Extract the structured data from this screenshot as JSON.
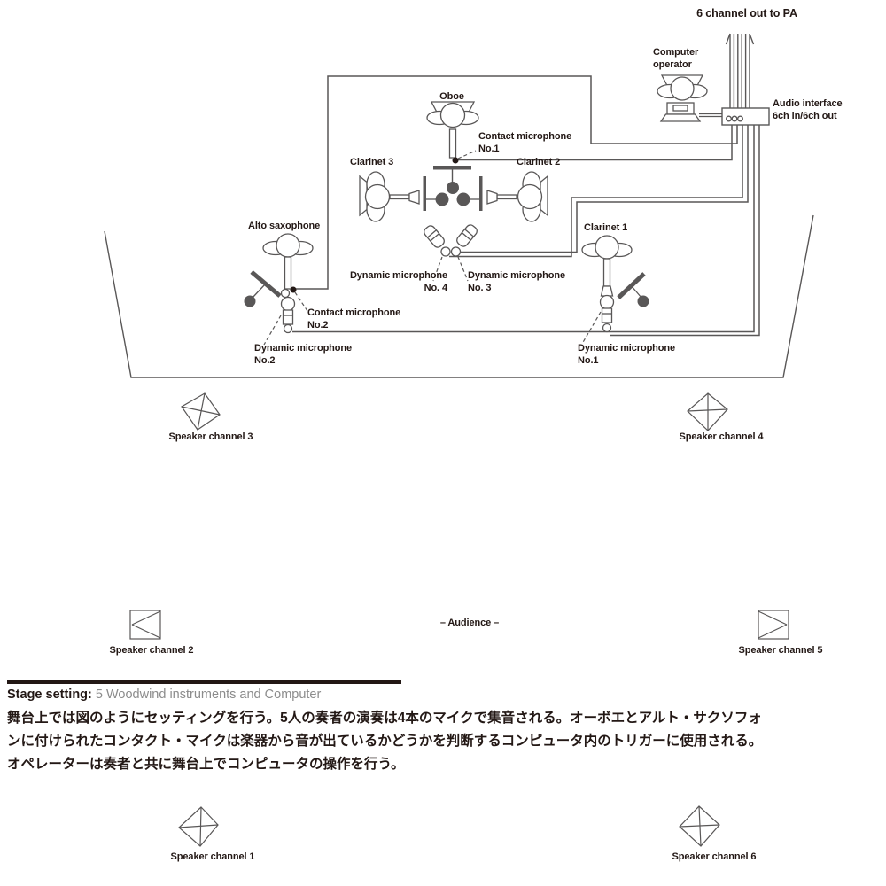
{
  "top": {
    "pa_out": "6 channel out to PA",
    "computer_operator_line1": "Computer",
    "computer_operator_line2": "operator",
    "audio_interface_line1": "Audio interface",
    "audio_interface_line2": "6ch in/6ch out"
  },
  "instruments": {
    "oboe": "Oboe",
    "clarinet3": "Clarinet 3",
    "clarinet2": "Clarinet 2",
    "clarinet1": "Clarinet 1",
    "alto_saxophone": "Alto saxophone"
  },
  "microphones": {
    "contact1_line1": "Contact microphone",
    "contact1_line2": "No.1",
    "contact2_line1": "Contact microphone",
    "contact2_line2": "No.2",
    "dynamic1_line1": "Dynamic microphone",
    "dynamic1_line2": "No.1",
    "dynamic2_line1": "Dynamic microphone",
    "dynamic2_line2": "No.2",
    "dynamic3_line1": "Dynamic microphone",
    "dynamic3_line2": "No. 3",
    "dynamic4_line1": "Dynamic microphone",
    "dynamic4_line2": "No. 4"
  },
  "speakers": {
    "ch1": "Speaker channel 1",
    "ch2": "Speaker channel 2",
    "ch3": "Speaker channel 3",
    "ch4": "Speaker channel 4",
    "ch5": "Speaker channel 5",
    "ch6": "Speaker channel 6"
  },
  "audience_label": "– Audience –",
  "caption": {
    "heading_bold": "Stage setting:",
    "heading_rest": " 5 Woodwind instruments and Computer",
    "jp_line1": "舞台上では図のようにセッティングを行う。5人の奏者の演奏は4本のマイクで集音される。オーボエとアルト・サクソフォ",
    "jp_line2": "ンに付けられたコンタクト・マイクは楽器から音が出ているかどうかを判断するコンピュータ内のトリガーに使用される。",
    "jp_line3": "オペレーターは奏者と共に舞台上でコンピュータの操作を行う。"
  },
  "colors": {
    "line": "#595757",
    "text": "#231815",
    "muted": "#8c8c8c"
  }
}
